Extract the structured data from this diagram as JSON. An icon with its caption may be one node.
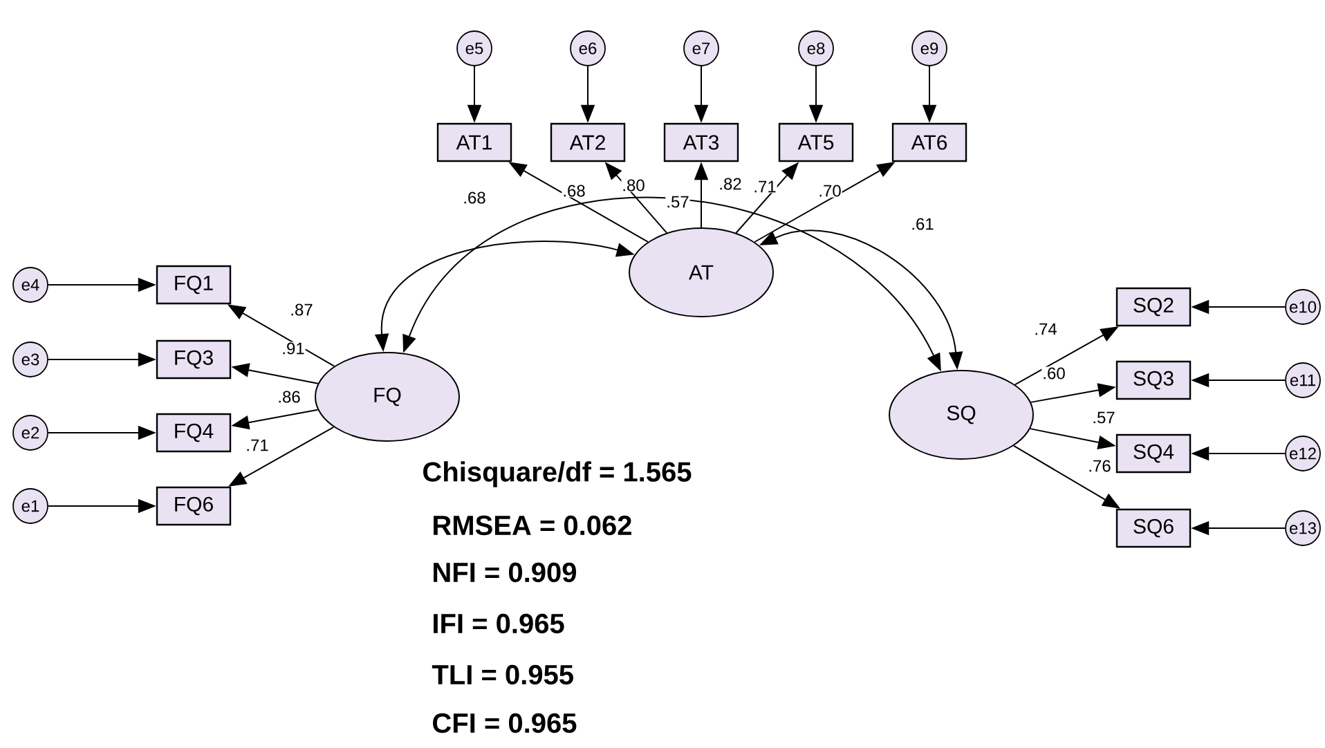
{
  "diagram": {
    "nodes": [
      {
        "text": [
          "e5"
        ]
      },
      {
        "text": [
          "e6"
        ]
      },
      {
        "text": [
          "e7"
        ]
      },
      {
        "text": [
          "e8"
        ]
      },
      {
        "text": [
          "e9"
        ]
      },
      {
        "text": [
          "AT1"
        ]
      },
      {
        "text": [
          "AT2"
        ]
      },
      {
        "text": [
          "AT3"
        ]
      },
      {
        "text": [
          "AT5"
        ]
      },
      {
        "text": [
          "AT6"
        ]
      },
      {
        "text": [
          "AT"
        ]
      },
      {
        "text": [
          "e4"
        ]
      },
      {
        "text": [
          "e3"
        ]
      },
      {
        "text": [
          "e2"
        ]
      },
      {
        "text": [
          "e1"
        ]
      },
      {
        "text": [
          "FQ1"
        ]
      },
      {
        "text": [
          "FQ3"
        ]
      },
      {
        "text": [
          "FQ4"
        ]
      },
      {
        "text": [
          "FQ6"
        ]
      },
      {
        "text": [
          "FQ"
        ]
      },
      {
        "text": [
          "SQ"
        ]
      },
      {
        "text": [
          "SQ2"
        ]
      },
      {
        "text": [
          "SQ3"
        ]
      },
      {
        "text": [
          "SQ4"
        ]
      },
      {
        "text": [
          "SQ6"
        ]
      },
      {
        "text": [
          "e10"
        ]
      },
      {
        "text": [
          "e11"
        ]
      },
      {
        "text": [
          "e12"
        ]
      },
      {
        "text": [
          "e13"
        ]
      }
    ],
    "edges": [
      {
        "from": 0,
        "to": 5,
        "arrow": "to"
      },
      {
        "from": 1,
        "to": 6,
        "arrow": "to"
      },
      {
        "from": 2,
        "to": 7,
        "arrow": "to"
      },
      {
        "from": 3,
        "to": 8,
        "arrow": "to"
      },
      {
        "from": 4,
        "to": 9,
        "arrow": "to"
      },
      {
        "from": 10,
        "to": 5,
        "arrow": "to"
      },
      {
        "from": 10,
        "to": 6,
        "arrow": "to"
      },
      {
        "from": 10,
        "to": 7,
        "arrow": "to"
      },
      {
        "from": 10,
        "to": 8,
        "arrow": "to"
      },
      {
        "from": 10,
        "to": 9,
        "arrow": "to"
      },
      {
        "from": 11,
        "to": 15,
        "arrow": "to"
      },
      {
        "from": 12,
        "to": 16,
        "arrow": "to"
      },
      {
        "from": 13,
        "to": 17,
        "arrow": "to"
      },
      {
        "from": 14,
        "to": 18,
        "arrow": "to"
      },
      {
        "from": 19,
        "to": 15,
        "arrow": "to"
      },
      {
        "from": 19,
        "to": 16,
        "arrow": "to"
      },
      {
        "from": 19,
        "to": 17,
        "arrow": "to"
      },
      {
        "from": 19,
        "to": 18,
        "arrow": "to"
      },
      {
        "from": 20,
        "to": 21,
        "arrow": "to"
      },
      {
        "from": 20,
        "to": 22,
        "arrow": "to"
      },
      {
        "from": 20,
        "to": 23,
        "arrow": "to"
      },
      {
        "from": 20,
        "to": 24,
        "arrow": "to"
      },
      {
        "from": 25,
        "to": 21,
        "arrow": "to"
      },
      {
        "from": 26,
        "to": 22,
        "arrow": "to"
      },
      {
        "from": 27,
        "to": 23,
        "arrow": "to"
      },
      {
        "from": 28,
        "to": 24,
        "arrow": "to"
      },
      {
        "from": 19,
        "to": 10,
        "arrow": "both"
      },
      {
        "from": 19,
        "to": 20,
        "arrow": "both"
      },
      {
        "from": 10,
        "to": 20,
        "arrow": "both"
      }
    ],
    "labels": [
      ".68",
      ".68",
      ".80",
      ".57",
      ".82",
      ".71",
      ".70",
      ".61",
      ".87",
      ".91",
      ".86",
      ".71",
      ".74",
      ".60",
      ".57",
      ".76",
      "Chisquare/df = 1.565",
      "RMSEA = 0.062",
      "NFI = 0.909",
      "IFI = 0.965",
      "TLI = 0.955",
      "CFI = 0.965"
    ]
  }
}
